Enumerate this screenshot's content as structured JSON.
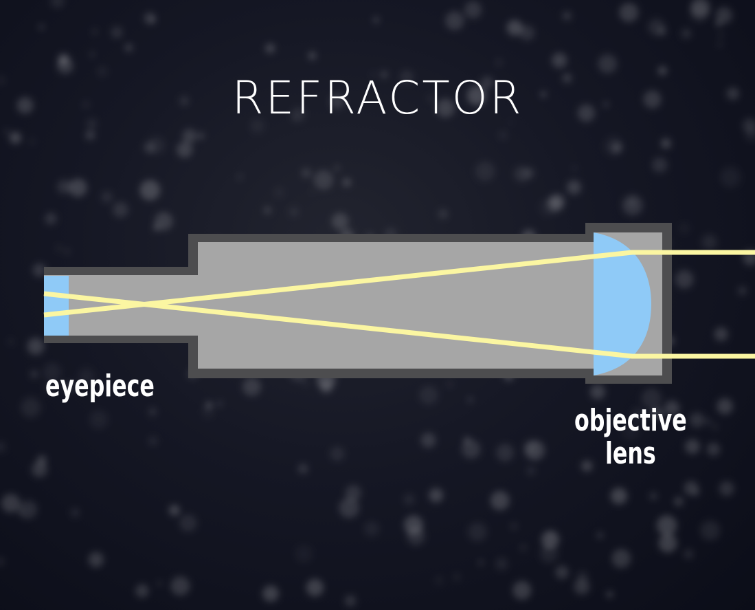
{
  "title": "REFRACTOR",
  "labels": {
    "eyepiece": "eyepiece",
    "objective_line1": "objective",
    "objective_line2": "lens"
  },
  "colors": {
    "background": "#151724",
    "tube_fill": "#a6a6a6",
    "tube_border": "#4d4d4f",
    "lens": "#8fcaf7",
    "light_ray": "#fbf6a2",
    "text": "#ffffff"
  }
}
